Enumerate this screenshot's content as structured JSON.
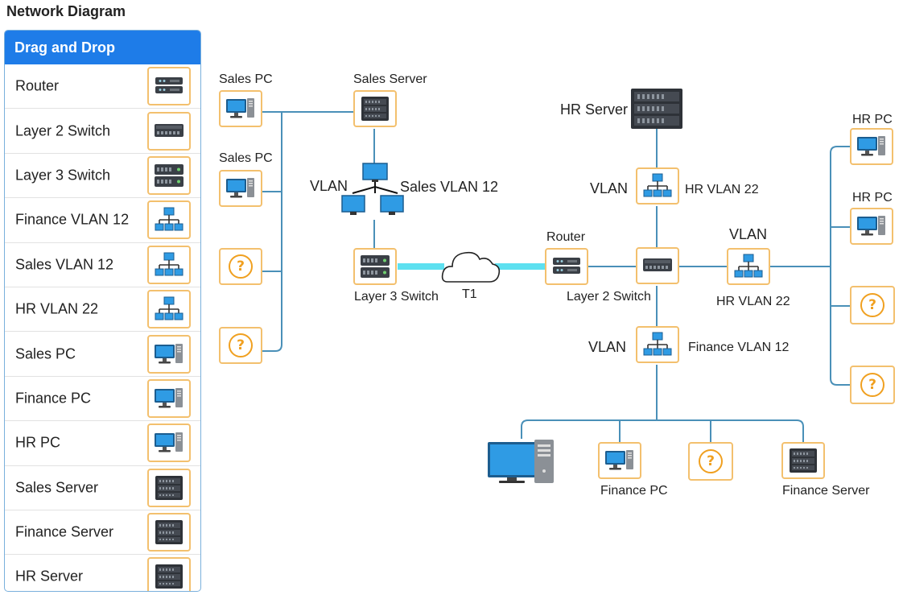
{
  "page_title": "Network Diagram",
  "palette": {
    "header": "Drag and Drop",
    "items": [
      {
        "label": "Router",
        "icon": "router-icon"
      },
      {
        "label": "Layer 2 Switch",
        "icon": "switch-icon"
      },
      {
        "label": "Layer 3 Switch",
        "icon": "layer3-switch-icon"
      },
      {
        "label": "Finance VLAN 12",
        "icon": "vlan-icon"
      },
      {
        "label": "Sales VLAN 12",
        "icon": "vlan-icon"
      },
      {
        "label": "HR VLAN 22",
        "icon": "vlan-icon"
      },
      {
        "label": "Sales PC",
        "icon": "pc-icon"
      },
      {
        "label": "Finance PC",
        "icon": "pc-icon"
      },
      {
        "label": "HR PC",
        "icon": "pc-icon"
      },
      {
        "label": "Sales Server",
        "icon": "server-icon"
      },
      {
        "label": "Finance Server",
        "icon": "server-icon"
      },
      {
        "label": "HR Server",
        "icon": "server-icon"
      }
    ]
  },
  "diagram": {
    "sales_pc_1": "Sales PC",
    "sales_pc_2": "Sales PC",
    "sales_server": "Sales Server",
    "vlan_left": "VLAN",
    "sales_vlan": "Sales VLAN 12",
    "layer3_switch": "Layer 3 Switch",
    "t1": "T1",
    "router": "Router",
    "layer2_switch": "Layer 2 Switch",
    "hr_server": "HR Server",
    "vlan_hr_top": "VLAN",
    "hr_vlan_top": "HR VLAN 22",
    "vlan_hr_right": "VLAN",
    "hr_vlan_right": "HR VLAN 22",
    "vlan_finance": "VLAN",
    "finance_vlan": "Finance VLAN 12",
    "hr_pc_1": "HR PC",
    "hr_pc_2": "HR PC",
    "finance_pc": "Finance PC",
    "finance_server": "Finance Server",
    "placeholder_symbol": "?"
  },
  "colors": {
    "accent": "#1e7ce8",
    "wire": "#4a90b8",
    "t1_link": "#5de0f0",
    "tile_border": "#f3c06e",
    "placeholder": "#f0a020"
  }
}
